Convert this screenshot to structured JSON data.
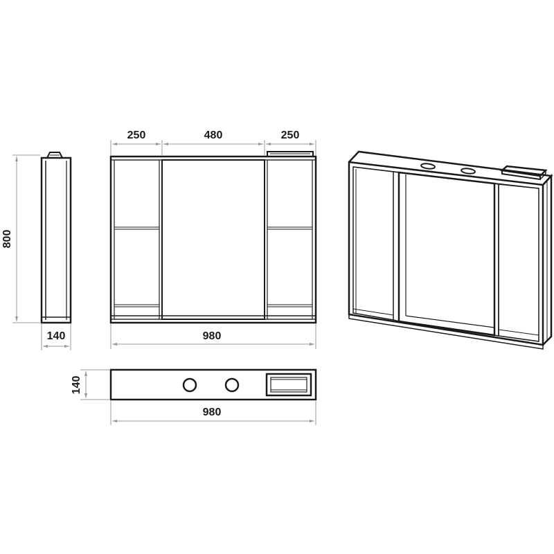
{
  "colors": {
    "ink": "#1a1a1a",
    "dimension": "#9a9a9a",
    "background": "#ffffff"
  },
  "dimensions": {
    "height": "800",
    "side_depth": "140",
    "left_section": "250",
    "center_section": "480",
    "right_section": "250",
    "front_width": "980",
    "top_depth": "140",
    "top_width": "980"
  }
}
